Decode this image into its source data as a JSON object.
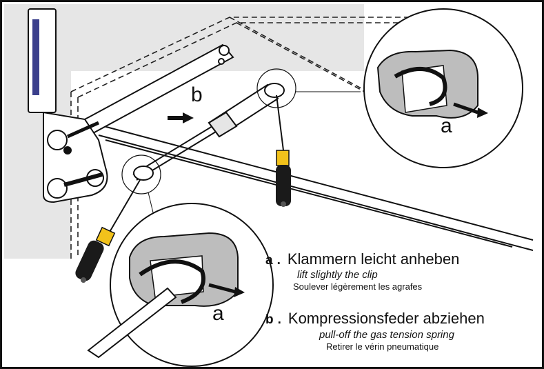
{
  "callouts": {
    "arrow_label_top": "b",
    "arrow_label_right_detail": "a",
    "arrow_label_left_detail": "a"
  },
  "steps": [
    {
      "key": "a",
      "separator": ".",
      "de": "Klammern leicht anheben",
      "en": "lift slightly the clip",
      "fr": "Soulever légèrement les agrafes"
    },
    {
      "key": "b",
      "separator": ".",
      "de": "Kompressionsfeder abziehen",
      "en": "pull-off the gas tension spring",
      "fr": "Retirer le vérin pneumatique"
    }
  ],
  "colors": {
    "background": "#ffffff",
    "wall_grey": "#e6e6e6",
    "outline": "#111111",
    "screwdriver_handle": "#1a1a1a",
    "screwdriver_collar": "#f2c21b",
    "fitting_blue": "#3b3f8c"
  },
  "icons": {
    "hinge": "lift-hinge-mechanism-icon",
    "gas_spring": "gas-spring-icon",
    "screwdriver": "screwdriver-icon",
    "pull_arrow": "pull-arrow-icon"
  }
}
